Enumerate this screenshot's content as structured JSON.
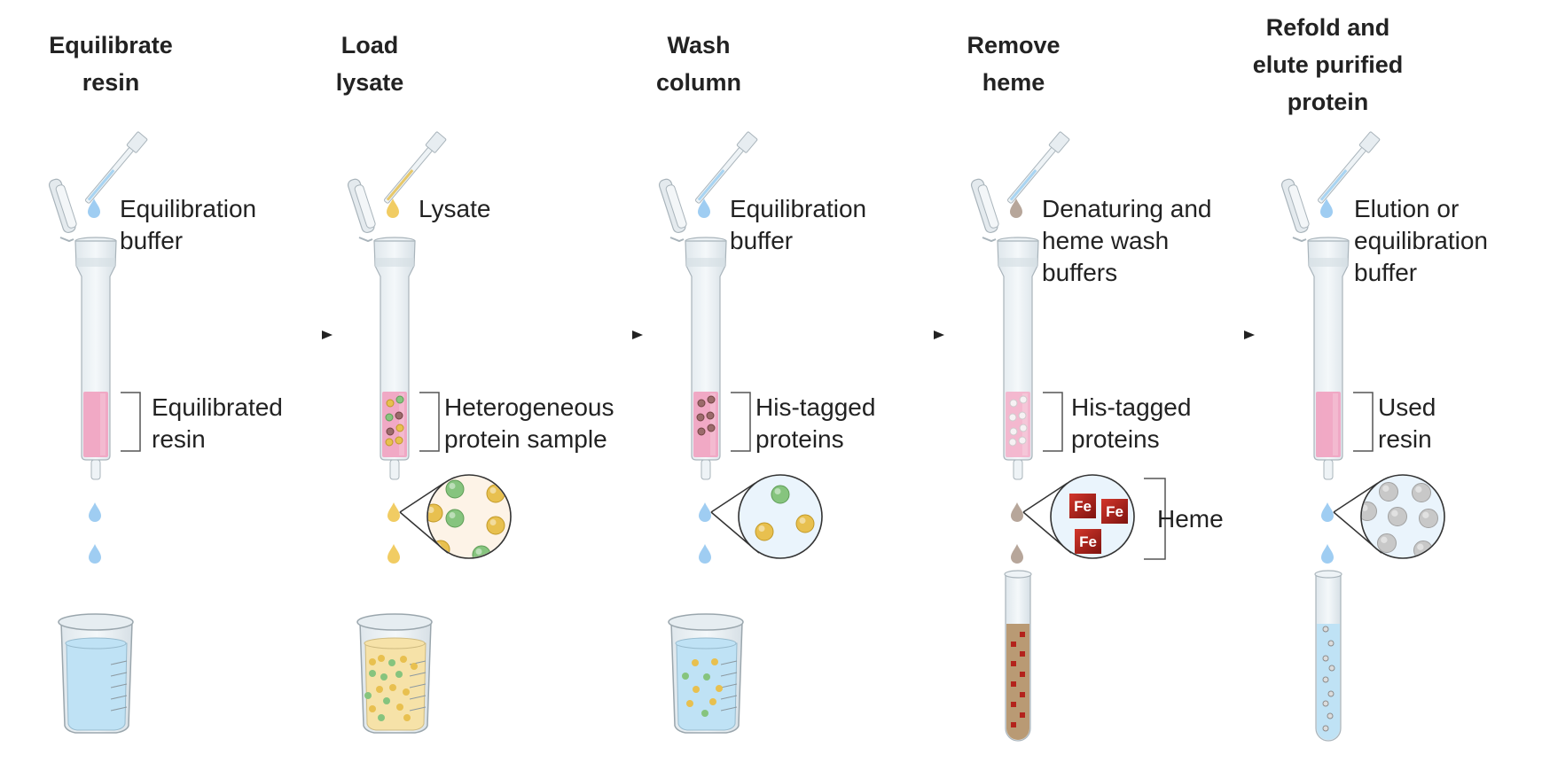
{
  "diagram": {
    "type": "process-flow",
    "steps": [
      {
        "title": "Equilibrate\nresin",
        "buffer_label": "Equilibration\nbuffer",
        "column_label": "Equilibrated\nresin",
        "pipette_liquid": "#a8d4f2",
        "drop_color": "#9fcdf2",
        "resin_color": "#f0a4c2",
        "resin_dots": "none",
        "magnifier": null,
        "magnifier_label": null,
        "receiver": "beaker",
        "receiver_liquid": "#bfe2f5",
        "receiver_dots": "none"
      },
      {
        "title": "Load\nlysate",
        "buffer_label": "Lysate",
        "column_label": "Heterogeneous\nprotein sample",
        "pipette_liquid": "#e7c86a",
        "drop_color": "#f1cc63",
        "resin_color": "#f0a4c2",
        "resin_dots": "mixed",
        "magnifier": "mixed-proteins",
        "magnifier_bg": "#fdf3e7",
        "magnifier_label": null,
        "receiver": "beaker",
        "receiver_liquid": "#f6e2a8",
        "receiver_dots": "mixed"
      },
      {
        "title": "Wash\ncolumn",
        "buffer_label": "Equilibration\nbuffer",
        "column_label": "His-tagged\nproteins",
        "pipette_liquid": "#a8d4f2",
        "drop_color": "#9fcdf2",
        "resin_color": "#f0a4c2",
        "resin_dots": "brown",
        "magnifier": "few-proteins",
        "magnifier_bg": "#eaf4fc",
        "magnifier_label": null,
        "receiver": "beaker",
        "receiver_liquid": "#bfe2f5",
        "receiver_dots": "mixed-sparse"
      },
      {
        "title": "Remove\nheme",
        "buffer_label": "Denaturing and\nheme wash\nbuffers",
        "column_label": "His-tagged\nproteins",
        "pipette_liquid": "#a8d4f2",
        "drop_color": "#b7a69a",
        "resin_color": "#f3b4cc",
        "resin_dots": "white",
        "magnifier": "heme",
        "magnifier_bg": "#eaf4fc",
        "magnifier_label": "Heme",
        "magnifier_symbol": "Fe",
        "receiver": "tube",
        "receiver_liquid": "#b99a74",
        "receiver_dots": "red-squares"
      },
      {
        "title": "Refold and\nelute purified\nprotein",
        "buffer_label": "Elution or\nequilibration\nbuffer",
        "column_label": "Used\nresin",
        "pipette_liquid": "#a8d4f2",
        "drop_color": "#9fcdf2",
        "resin_color": "#f0a4c2",
        "resin_dots": "none",
        "magnifier": "grey-proteins",
        "magnifier_bg": "#eaf4fc",
        "magnifier_label": null,
        "receiver": "tube",
        "receiver_liquid": "#bfe2f5",
        "receiver_dots": "grey-circles"
      }
    ],
    "arrow_count": 4,
    "colors": {
      "text": "#222222",
      "glass": "#e3ebf0",
      "glass_stroke": "#a9b4bb",
      "protein_green": "#86c47e",
      "protein_yellow": "#e8c04f",
      "protein_brown": "#9b6b6b",
      "heme_red": "#b3231c",
      "grey_protein": "#c8c8c8"
    }
  }
}
